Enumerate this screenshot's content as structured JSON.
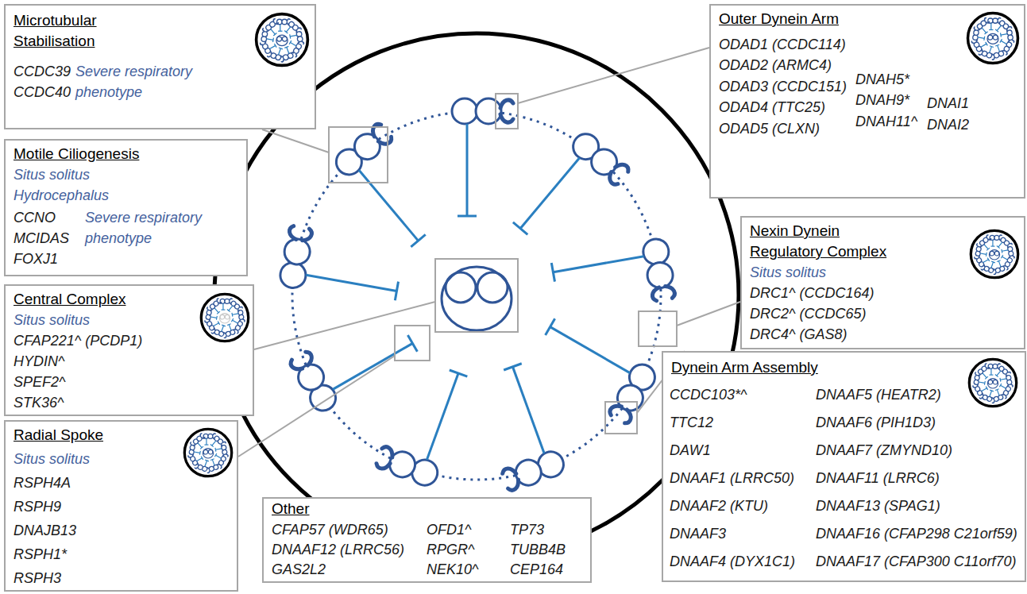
{
  "diagram": {
    "nodes": [
      {
        "text": [
          "Microtubular Stabilisation",
          "CCDC39",
          "CCDC40",
          "Severe respiratory phenotype"
        ]
      },
      {
        "text": [
          "Outer Dynein Arm",
          "ODAD1 (CCDC114)",
          "ODAD2 (ARMC4)",
          "ODAD3 (CCDC151)",
          "ODAD4 (TTC25)",
          "ODAD5 (CLXN)",
          "DNAH5*",
          "DNAH9*",
          "DNAH11^",
          "DNAI1",
          "DNAI2"
        ]
      },
      {
        "text": [
          "Motile Ciliogenesis",
          "Situs solitus",
          "Hydrocephalus",
          "CCNO",
          "MCIDAS",
          "FOXJ1",
          "Severe respiratory phenotype"
        ]
      },
      {
        "text": [
          "Nexin Dynein Regulatory Complex",
          "Situs solitus",
          "DRC1^ (CCDC164)",
          "DRC2^ (CCDC65)",
          "DRC4^ (GAS8)"
        ]
      },
      {
        "text": [
          "Central Complex",
          "Situs solitus",
          "CFAP221^ (PCDP1)",
          "HYDIN^",
          "SPEF2^",
          "STK36^"
        ]
      },
      {
        "text": [
          "Dynein Arm Assembly",
          "CCDC103*^",
          "TTC12",
          "DAW1",
          "DNAAF1 (LRRC50)",
          "DNAAF2 (KTU)",
          "DNAAF3",
          "DNAAF4 (DYX1C1)",
          "DNAAF5 (HEATR2)",
          "DNAAF6 (PIH1D3)",
          "DNAAF7 (ZMYND10)",
          "DNAAF11 (LRRC6)",
          "DNAAF13 (SPAG1)",
          "DNAAF16 (CFAP298 C21orf59)",
          "DNAAF17 (CFAP300 C11orf70)"
        ]
      },
      {
        "text": [
          "Radial Spoke",
          "Situs solitus",
          "RSPH4A",
          "RSPH9",
          "DNAJB13",
          "RSPH1*",
          "RSPH3"
        ]
      },
      {
        "text": [
          "Other",
          "CFAP57 (WDR65)",
          "DNAAF12 (LRRC56)",
          "GAS2L2",
          "OFD1^",
          "RPGR^",
          "NEK10^",
          "TP73",
          "TUBB4B",
          "CEP164"
        ]
      }
    ]
  }
}
